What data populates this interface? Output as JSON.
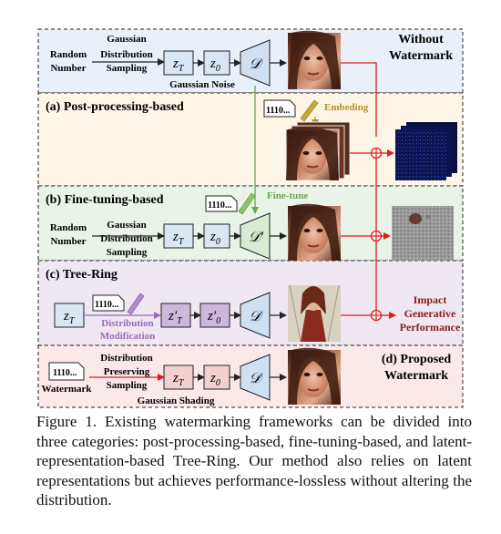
{
  "sections": {
    "top": {
      "title_line1": "Without",
      "title_line2": "Watermark"
    },
    "a": {
      "title": "(a) Post-processing-based",
      "code": "1110...",
      "embed_label": "Embeding"
    },
    "b": {
      "title": "(b) Fine-tuning-based",
      "code": "1110...",
      "finetune_label": "Fine-tune"
    },
    "c": {
      "title": "(c) Tree-Ring",
      "code": "1110...",
      "mod_line1": "Distribution",
      "mod_line2": "Modification",
      "impact_line1": "Impact",
      "impact_line2": "Generative",
      "impact_line3": "Performance"
    },
    "d": {
      "title_line1": "(d) Proposed",
      "title_line2": "Watermark",
      "code": "1110...",
      "watermark_label": "Watermark",
      "dps_line1": "Distribution",
      "dps_line2": "Preserving",
      "dps_line3": "Sampling",
      "gs_label": "Gaussian Shading"
    }
  },
  "labels": {
    "random1": "Random",
    "number1": "Number",
    "gauss_line1": "Gaussian",
    "gauss_line2": "Distribution",
    "gauss_line3": "Sampling",
    "gaussian_noise": "Gaussian Noise",
    "random2": "Random",
    "number2": "Number",
    "gauss2_line1": "Gaussian",
    "gauss2_line2": "Distribution",
    "gauss2_line3": "Sampling"
  },
  "math": {
    "zT": "z",
    "zT_sub": "T",
    "z0": "z",
    "z0_sub": "0",
    "D": "𝒟",
    "Dprime": "𝒟′",
    "zTprime": "z′",
    "z0prime": "z′"
  },
  "caption": "Figure 1. Existing watermarking frameworks can be divided into three categories: post-processing-based, fine-tuning-based, and latent-representation-based Tree-Ring. Our method also relies on latent representations but achieves performance-lossless without altering the distribution.",
  "colors": {
    "top_bg": "#eaf0f9",
    "a_bg": "#fdf5e6",
    "b_bg": "#eaf3e8",
    "c_bg": "#efe8f3",
    "d_bg": "#fbe9ea",
    "arrow_red": "#e01b1b",
    "decoder_fill": "#cfe0f3",
    "green": "#6aa84f",
    "purple": "#9a6bb5",
    "gold": "#b58f2a"
  }
}
